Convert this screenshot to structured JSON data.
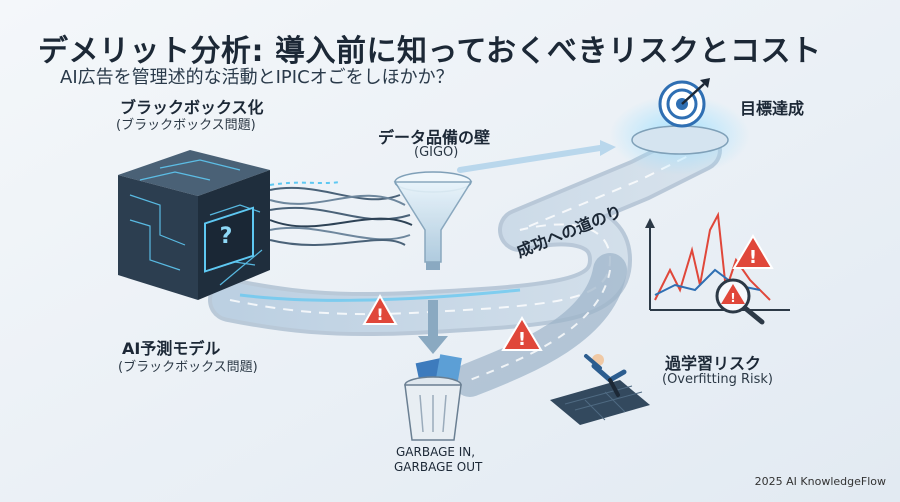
{
  "header": {
    "title": "デメリット分析: 導入前に知っておくべきリスクとコスト",
    "subtitle": "AI広告を管理述的な活動とIPICオごをしほかか？"
  },
  "nodes": {
    "blackbox": {
      "title": "ブラックボックス化",
      "sub": "(ブラックボックス問題)"
    },
    "model": {
      "title": "AI予測モデル",
      "sub": "(ブラックボックス問題)"
    },
    "data_quality": {
      "title": "データ品備の壁",
      "sub": "(GIGO)"
    },
    "garbage": {
      "line1": "GARBAGE IN,",
      "line2": "GARBAGE OUT"
    },
    "goal": {
      "title": "目標達成"
    },
    "overfitting": {
      "title": "過学習リスク",
      "sub": "(Overfitting Risk)"
    },
    "path": {
      "label": "成功への道のり"
    }
  },
  "footer": {
    "credit": "2025 AI KnowledgeFlow"
  },
  "colors": {
    "background": "#eef3f8",
    "road": "#c9d6e3",
    "road_edge": "#8fa7bf",
    "cube": "#2c3e50",
    "glow": "#5ec8f2",
    "warning": "#e0473a",
    "accent_blue": "#2f6fb3"
  },
  "icons": [
    "circuit-cube-icon",
    "question-icon",
    "funnel-icon",
    "trash-can-icon",
    "target-icon",
    "warning-icon",
    "magnifier-icon",
    "falling-person-icon",
    "arrow-icon"
  ]
}
